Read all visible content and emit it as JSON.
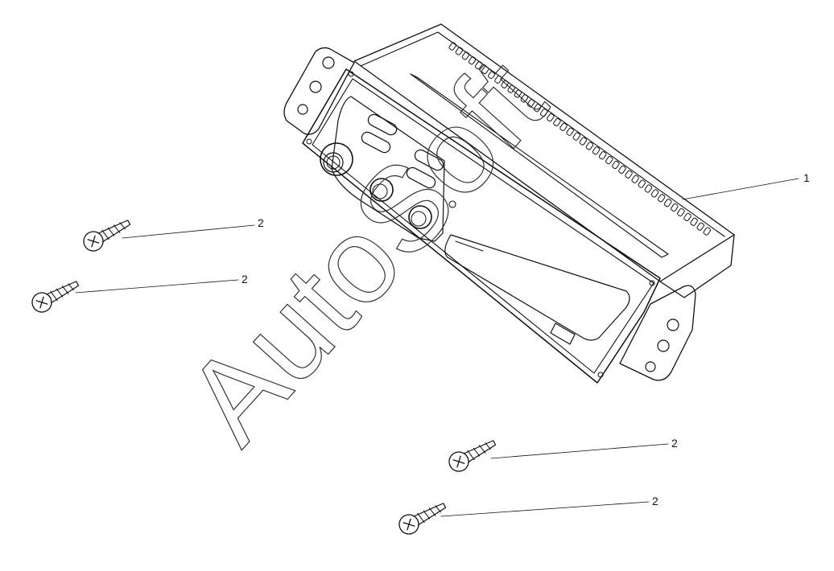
{
  "watermark": "AutoSoft",
  "parts": [
    {
      "number": "1",
      "label": "1"
    },
    {
      "number": "2",
      "label": "2"
    }
  ],
  "callouts": [
    {
      "id": "radio",
      "text": "1"
    },
    {
      "id": "screw-a",
      "text": "2"
    },
    {
      "id": "screw-b",
      "text": "2"
    },
    {
      "id": "screw-c",
      "text": "2"
    },
    {
      "id": "screw-d",
      "text": "2"
    }
  ],
  "colors": {
    "line": "#111111",
    "background": "#ffffff"
  }
}
